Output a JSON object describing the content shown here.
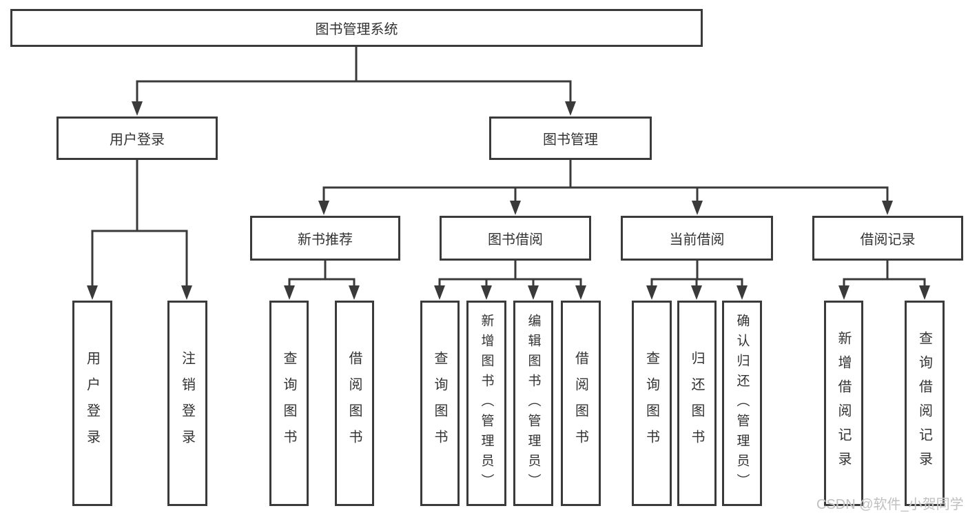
{
  "tree": {
    "label": "图书管理系统",
    "children": [
      {
        "label": "用户登录",
        "children": [
          {
            "label": "用户登录"
          },
          {
            "label": "注销登录"
          }
        ]
      },
      {
        "label": "图书管理",
        "children": [
          {
            "label": "新书推荐",
            "children": [
              {
                "label": "查询图书"
              },
              {
                "label": "借阅图书"
              }
            ]
          },
          {
            "label": "图书借阅",
            "children": [
              {
                "label": "查询图书"
              },
              {
                "label": "新增图书（管理员）"
              },
              {
                "label": "编辑图书（管理员）"
              },
              {
                "label": "借阅图书"
              }
            ]
          },
          {
            "label": "当前借阅",
            "children": [
              {
                "label": "查询图书"
              },
              {
                "label": "归还图书"
              },
              {
                "label": "确认归还（管理员）"
              }
            ]
          },
          {
            "label": "借阅记录",
            "children": [
              {
                "label": "新增借阅记录"
              },
              {
                "label": "查询借阅记录"
              }
            ]
          }
        ]
      }
    ]
  },
  "watermark": "CSDN @软件_小贺同学",
  "colors": {
    "line": "#3a3a3a",
    "text": "#333333",
    "watermark": "#c0c0c0",
    "background": "#ffffff"
  }
}
